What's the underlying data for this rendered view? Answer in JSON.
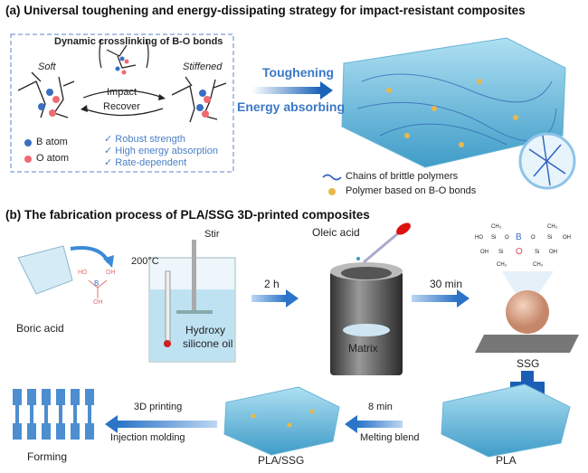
{
  "panel_a": {
    "title": "(a) Universal toughening and energy-dissipating strategy for impact-resistant composites",
    "box_title": "Dynamic crosslinking of B-O bonds",
    "soft": "Soft",
    "stiffened": "Stiffened",
    "impact": "Impact",
    "recover": "Recover",
    "legend_b": "B atom",
    "legend_o": "O atom",
    "features": [
      "Robust strength",
      "High energy absorption",
      "Rate-dependent"
    ],
    "toughening": "Toughening",
    "energy_absorbing": "Energy absorbing",
    "chains_legend": "Chains of brittle polymers",
    "polymer_legend": "Polymer based on B-O bonds",
    "colors": {
      "b_atom": "#3a6fc0",
      "o_atom": "#f06a72",
      "accent": "#2a6fc0"
    }
  },
  "panel_b": {
    "title": "(b) The fabrication process of PLA/SSG 3D-printed composites",
    "boric_acid": "Boric acid",
    "stir": "Stir",
    "temperature": "200°C",
    "hydroxy": "Hydroxy",
    "silicone_oil": "silicone oil",
    "time1": "2 h",
    "oleic_acid": "Oleic acid",
    "matrix": "Matrix",
    "time2": "30 min",
    "ssg": "SSG",
    "pla": "PLA",
    "time3": "8 min",
    "melting_blend": "Melting blend",
    "pla_ssg": "PLA/SSG",
    "printing": "3D printing",
    "injection": "Injection molding",
    "forming": "Forming",
    "ho": "HO",
    "oh": "OH",
    "b": "B",
    "si": "Si",
    "o": "O",
    "ch3": "CH₃"
  }
}
